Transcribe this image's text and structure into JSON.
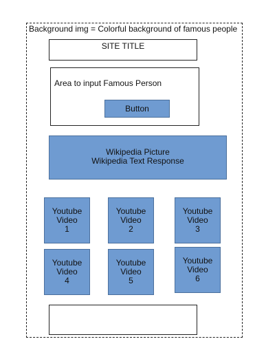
{
  "background_caption": "Background img = Colorful background of famous people",
  "site_title": "SITE TITLE",
  "input": {
    "label": "Area to input Famous Person",
    "button_label": "Button"
  },
  "wikipedia": {
    "line1": "Wikipedia Picture",
    "line2": "Wikipedia Text Response"
  },
  "videos": [
    {
      "line1": "Youtube",
      "line2": "Video",
      "number": "1"
    },
    {
      "line1": "Youtube",
      "line2": "Video",
      "number": "2"
    },
    {
      "line1": "Youtube",
      "line2": "Video",
      "number": "3"
    },
    {
      "line1": "Youtube",
      "line2": "Video",
      "number": "4"
    },
    {
      "line1": "Youtube",
      "line2": "Video",
      "number": "5"
    },
    {
      "line1": "Youtube",
      "line2": "Video",
      "number": "6"
    }
  ],
  "colors": {
    "block_fill": "#6f9bd1",
    "block_border": "#4a6f9c",
    "outline": "#222222"
  }
}
